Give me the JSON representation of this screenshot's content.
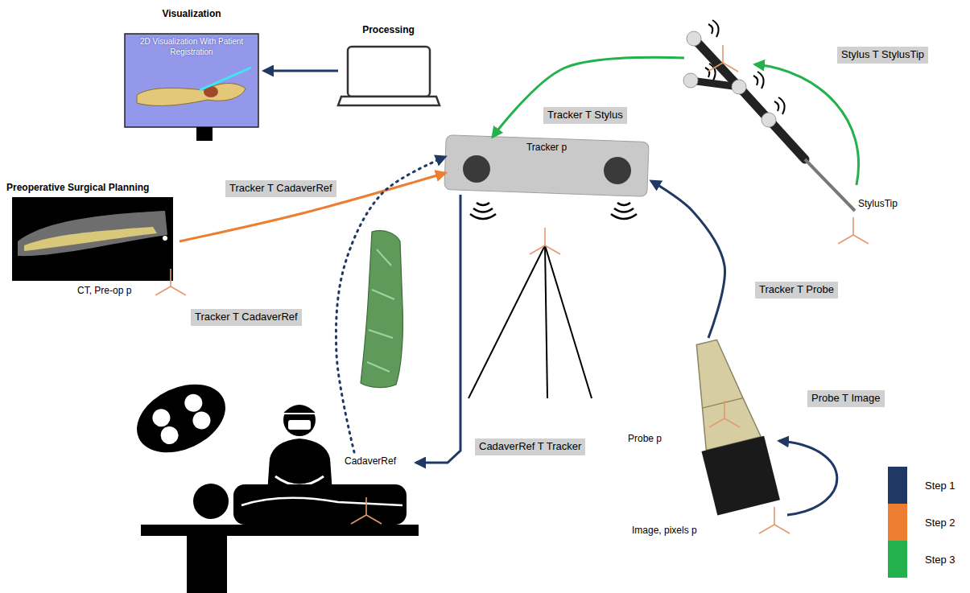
{
  "diagram": {
    "nodes": [
      {
        "text": [
          "Visualization",
          "2D Visualization With Patient Registration"
        ]
      },
      {
        "text": [
          "Processing"
        ]
      },
      {
        "text": [
          "Preoperative Surgical Planning",
          "CT, Pre-op p"
        ]
      },
      {
        "text": [
          "Tracker p"
        ]
      },
      {
        "text": [
          "StylusTip"
        ]
      },
      {
        "text": [
          "Probe p",
          "Image, pixels p"
        ]
      },
      {
        "text": [
          "CadaverRef"
        ]
      }
    ],
    "edges": [
      {
        "from": 1,
        "to": 0,
        "arrow": "to"
      },
      {
        "from": 4,
        "to": 3,
        "label": "Tracker T Stylus",
        "arrow": "to"
      },
      {
        "from": 2,
        "to": 3,
        "label": "Tracker T CadaverRef",
        "arrow": "to"
      },
      {
        "from": 6,
        "to": 3,
        "label": "Tracker T CadaverRef",
        "arrow": "to"
      },
      {
        "from": 3,
        "to": 6,
        "label": "CadaverRef T Tracker",
        "arrow": "to"
      },
      {
        "from": 5,
        "to": 3,
        "label": "Tracker T Probe",
        "arrow": "to"
      }
    ],
    "labels": [
      "Stylus T StylusTip",
      "Probe T Image"
    ],
    "legend": [
      {
        "text": "Step 1",
        "color": "#203864"
      },
      {
        "text": "Step 2",
        "color": "#ed7d31"
      },
      {
        "text": "Step 3",
        "color": "#22b14c"
      }
    ]
  }
}
